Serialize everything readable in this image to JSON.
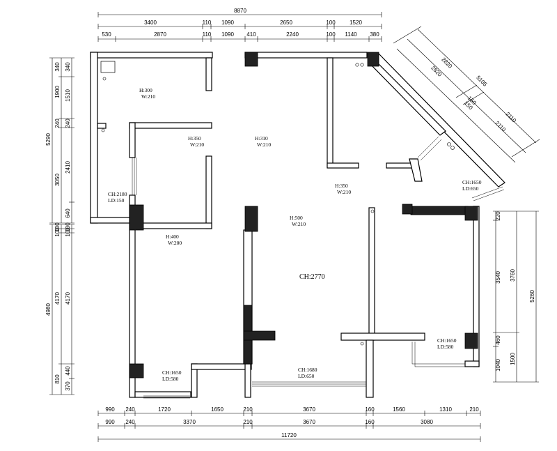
{
  "dimensions": {
    "top_total": "8870",
    "top_row1": [
      "3400",
      "110",
      "1090",
      "2650",
      "100",
      "1520"
    ],
    "top_row2": [
      "530",
      "2870",
      "110",
      "1090",
      "410",
      "2240",
      "100",
      "1140",
      "380"
    ],
    "diag_outer": "5105",
    "diag_inner": [
      "2820",
      "2820",
      "150",
      "150",
      "2110",
      "2110"
    ],
    "left_outer": "5290",
    "left_row1": [
      "340",
      "1900",
      "240",
      "3050"
    ],
    "left_row2": [
      "340",
      "1510",
      "240",
      "2410",
      "640"
    ],
    "left_lower_outer": "4980",
    "left_lower_row1": [
      "100",
      "100",
      "4170",
      "810"
    ],
    "left_lower_row2": [
      "100",
      "100",
      "4170",
      "440",
      "370"
    ],
    "right_outer": "5260",
    "right_row1": [
      "3760",
      "1500"
    ],
    "right_row2": [
      "220",
      "3540",
      "460",
      "1040"
    ],
    "bottom_row1": [
      "990",
      "240",
      "1720",
      "1650",
      "210",
      "3670",
      "160",
      "1560",
      "1310",
      "210"
    ],
    "bottom_row2": [
      "990",
      "240",
      "3370",
      "210",
      "3670",
      "160",
      "3080"
    ],
    "bottom_total": "11720"
  },
  "rooms": [
    {
      "h": "H:300",
      "w": "W:210"
    },
    {
      "h": "H:350",
      "w": "W:210"
    },
    {
      "h": "H:310",
      "w": "W:210"
    },
    {
      "h": "H:350",
      "w": "W:210"
    },
    {
      "h": "H:500",
      "w": "W:210"
    },
    {
      "h": "H:400",
      "w": "W:200"
    }
  ],
  "windows": [
    {
      "ch": "CH:2180",
      "ld": "LD:150"
    },
    {
      "ch": "CH:1650",
      "ld": "LD:650"
    },
    {
      "ch": "CH:1650",
      "ld": "LD:580"
    },
    {
      "ch": "CH:1680",
      "ld": "LD:650"
    },
    {
      "ch": "CH:1650",
      "ld": "LD:580"
    }
  ],
  "ceiling_height": "CH:2770"
}
